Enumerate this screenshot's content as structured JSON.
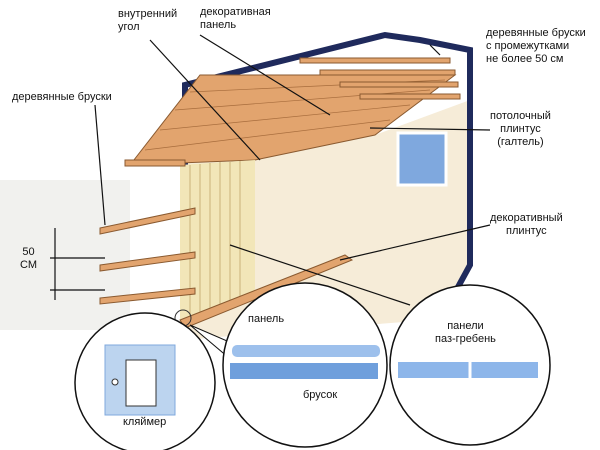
{
  "labels": {
    "inner_corner": [
      "внутренний",
      "угол"
    ],
    "decor_panel": [
      "декоративная",
      "панель"
    ],
    "battens_gap": [
      "деревянные бруски",
      "с промежутками",
      "не более 50 см"
    ],
    "battens": "деревянные бруски",
    "ceiling_plinth": [
      "потолочный",
      "плинтус",
      "(галтель)"
    ],
    "decor_plinth": [
      "декоративный",
      "плинтус"
    ],
    "spacing": [
      "50",
      "СМ"
    ],
    "panel": "панель",
    "tongue_groove": [
      "панели",
      "паз-гребень"
    ],
    "batten": "брусок",
    "clip": "кляймер"
  },
  "colors": {
    "frame": "#1f2a5c",
    "wood": "#e2a46e",
    "wall": "#f6ecd8",
    "panel": "#f2e6b8",
    "blue": "#7fa8de"
  }
}
